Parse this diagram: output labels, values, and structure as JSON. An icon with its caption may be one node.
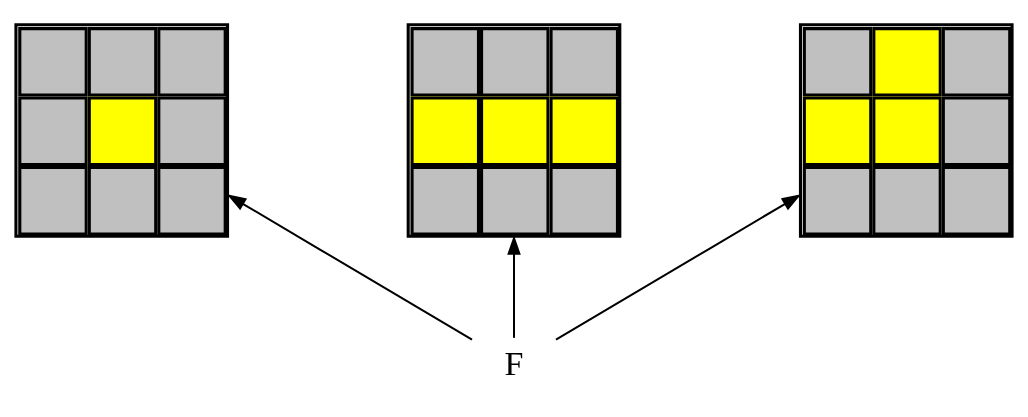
{
  "diagram": {
    "nodes": [
      {
        "text": [],
        "shape": "grid"
      },
      {
        "text": [],
        "shape": "grid"
      },
      {
        "text": [],
        "shape": "grid"
      },
      {
        "text": [
          "F"
        ]
      }
    ],
    "edges": [
      {
        "from": 3,
        "to": 0,
        "arrow": "to"
      },
      {
        "from": 3,
        "to": 1,
        "arrow": "to"
      },
      {
        "from": 3,
        "to": 2,
        "arrow": "to"
      }
    ]
  }
}
